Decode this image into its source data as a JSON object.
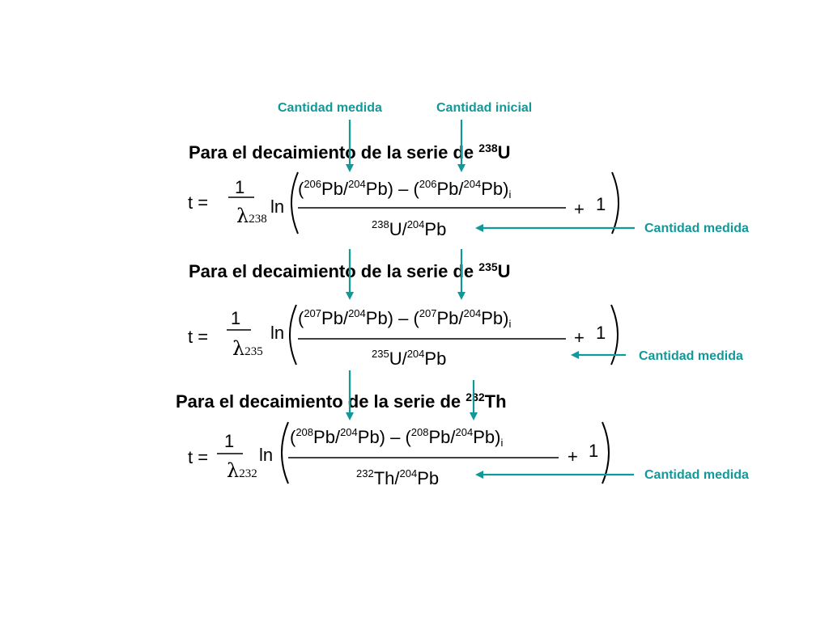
{
  "annotations": {
    "measured_label": "Cantidad medida",
    "initial_label": "Cantidad inicial",
    "accent_color": "#119999"
  },
  "sections": [
    {
      "heading_prefix": "Para el decaimiento de  la serie de ",
      "heading_isotope_mass": "238",
      "heading_isotope": "U",
      "t_label": "t =",
      "one": "1",
      "lambda": "λ",
      "lambda_sub": "238",
      "ln": "ln",
      "num": {
        "open1": "(",
        "m1": "206",
        "e1": "Pb/",
        "m2": "204",
        "e2": "Pb) – (",
        "m3": "206",
        "e3": "Pb/",
        "m4": "204",
        "e4": "Pb)",
        "sub": "i"
      },
      "den": {
        "m1": "238",
        "e1": "U/",
        "m2": "204",
        "e2": "Pb"
      },
      "plus": "+",
      "plus_one": "1"
    },
    {
      "heading_prefix": "Para el decaimiento de  la serie de ",
      "heading_isotope_mass": "235",
      "heading_isotope": "U",
      "t_label": "t =",
      "one": "1",
      "lambda": "λ",
      "lambda_sub": "235",
      "ln": "ln",
      "num": {
        "open1": "(",
        "m1": "207",
        "e1": "Pb/",
        "m2": "204",
        "e2": "Pb) – (",
        "m3": "207",
        "e3": "Pb/",
        "m4": "204",
        "e4": "Pb)",
        "sub": "i"
      },
      "den": {
        "m1": "235",
        "e1": "U/",
        "m2": "204",
        "e2": "Pb"
      },
      "plus": "+",
      "plus_one": "1"
    },
    {
      "heading_prefix": "Para el decaimiento de  la serie de ",
      "heading_isotope_mass": "232",
      "heading_isotope": "Th",
      "t_label": "t =",
      "one": "1",
      "lambda": "λ",
      "lambda_sub": "232",
      "ln": "ln",
      "num": {
        "open1": "(",
        "m1": "208",
        "e1": "Pb/",
        "m2": "204",
        "e2": "Pb) – (",
        "m3": "208",
        "e3": "Pb/",
        "m4": "204",
        "e4": "Pb)",
        "sub": "i"
      },
      "den": {
        "m1": "232",
        "e1": "Th/",
        "m2": "204",
        "e2": "Pb"
      },
      "plus": "+",
      "plus_one": "1"
    }
  ]
}
